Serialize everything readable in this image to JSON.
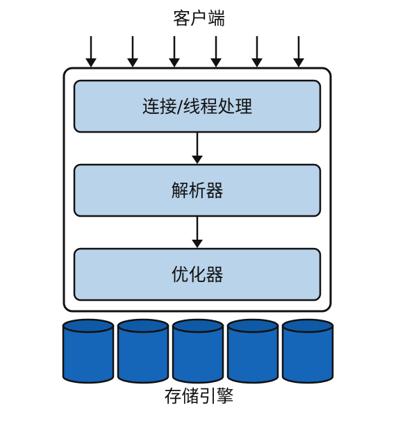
{
  "diagram": {
    "client_label": "客户端",
    "layers": [
      {
        "label": "连接/线程处理"
      },
      {
        "label": "解析器"
      },
      {
        "label": "优化器"
      }
    ],
    "storage_label": "存储引擎",
    "client_arrow_count": 6,
    "storage_engine_count": 5,
    "colors": {
      "layer_fill": "#b9d3ea",
      "layer_stroke": "#111111",
      "cylinder_fill": "#1565b8",
      "cylinder_top": "#0f5aa6",
      "cylinder_stroke": "#111111",
      "arrow": "#111111"
    }
  }
}
